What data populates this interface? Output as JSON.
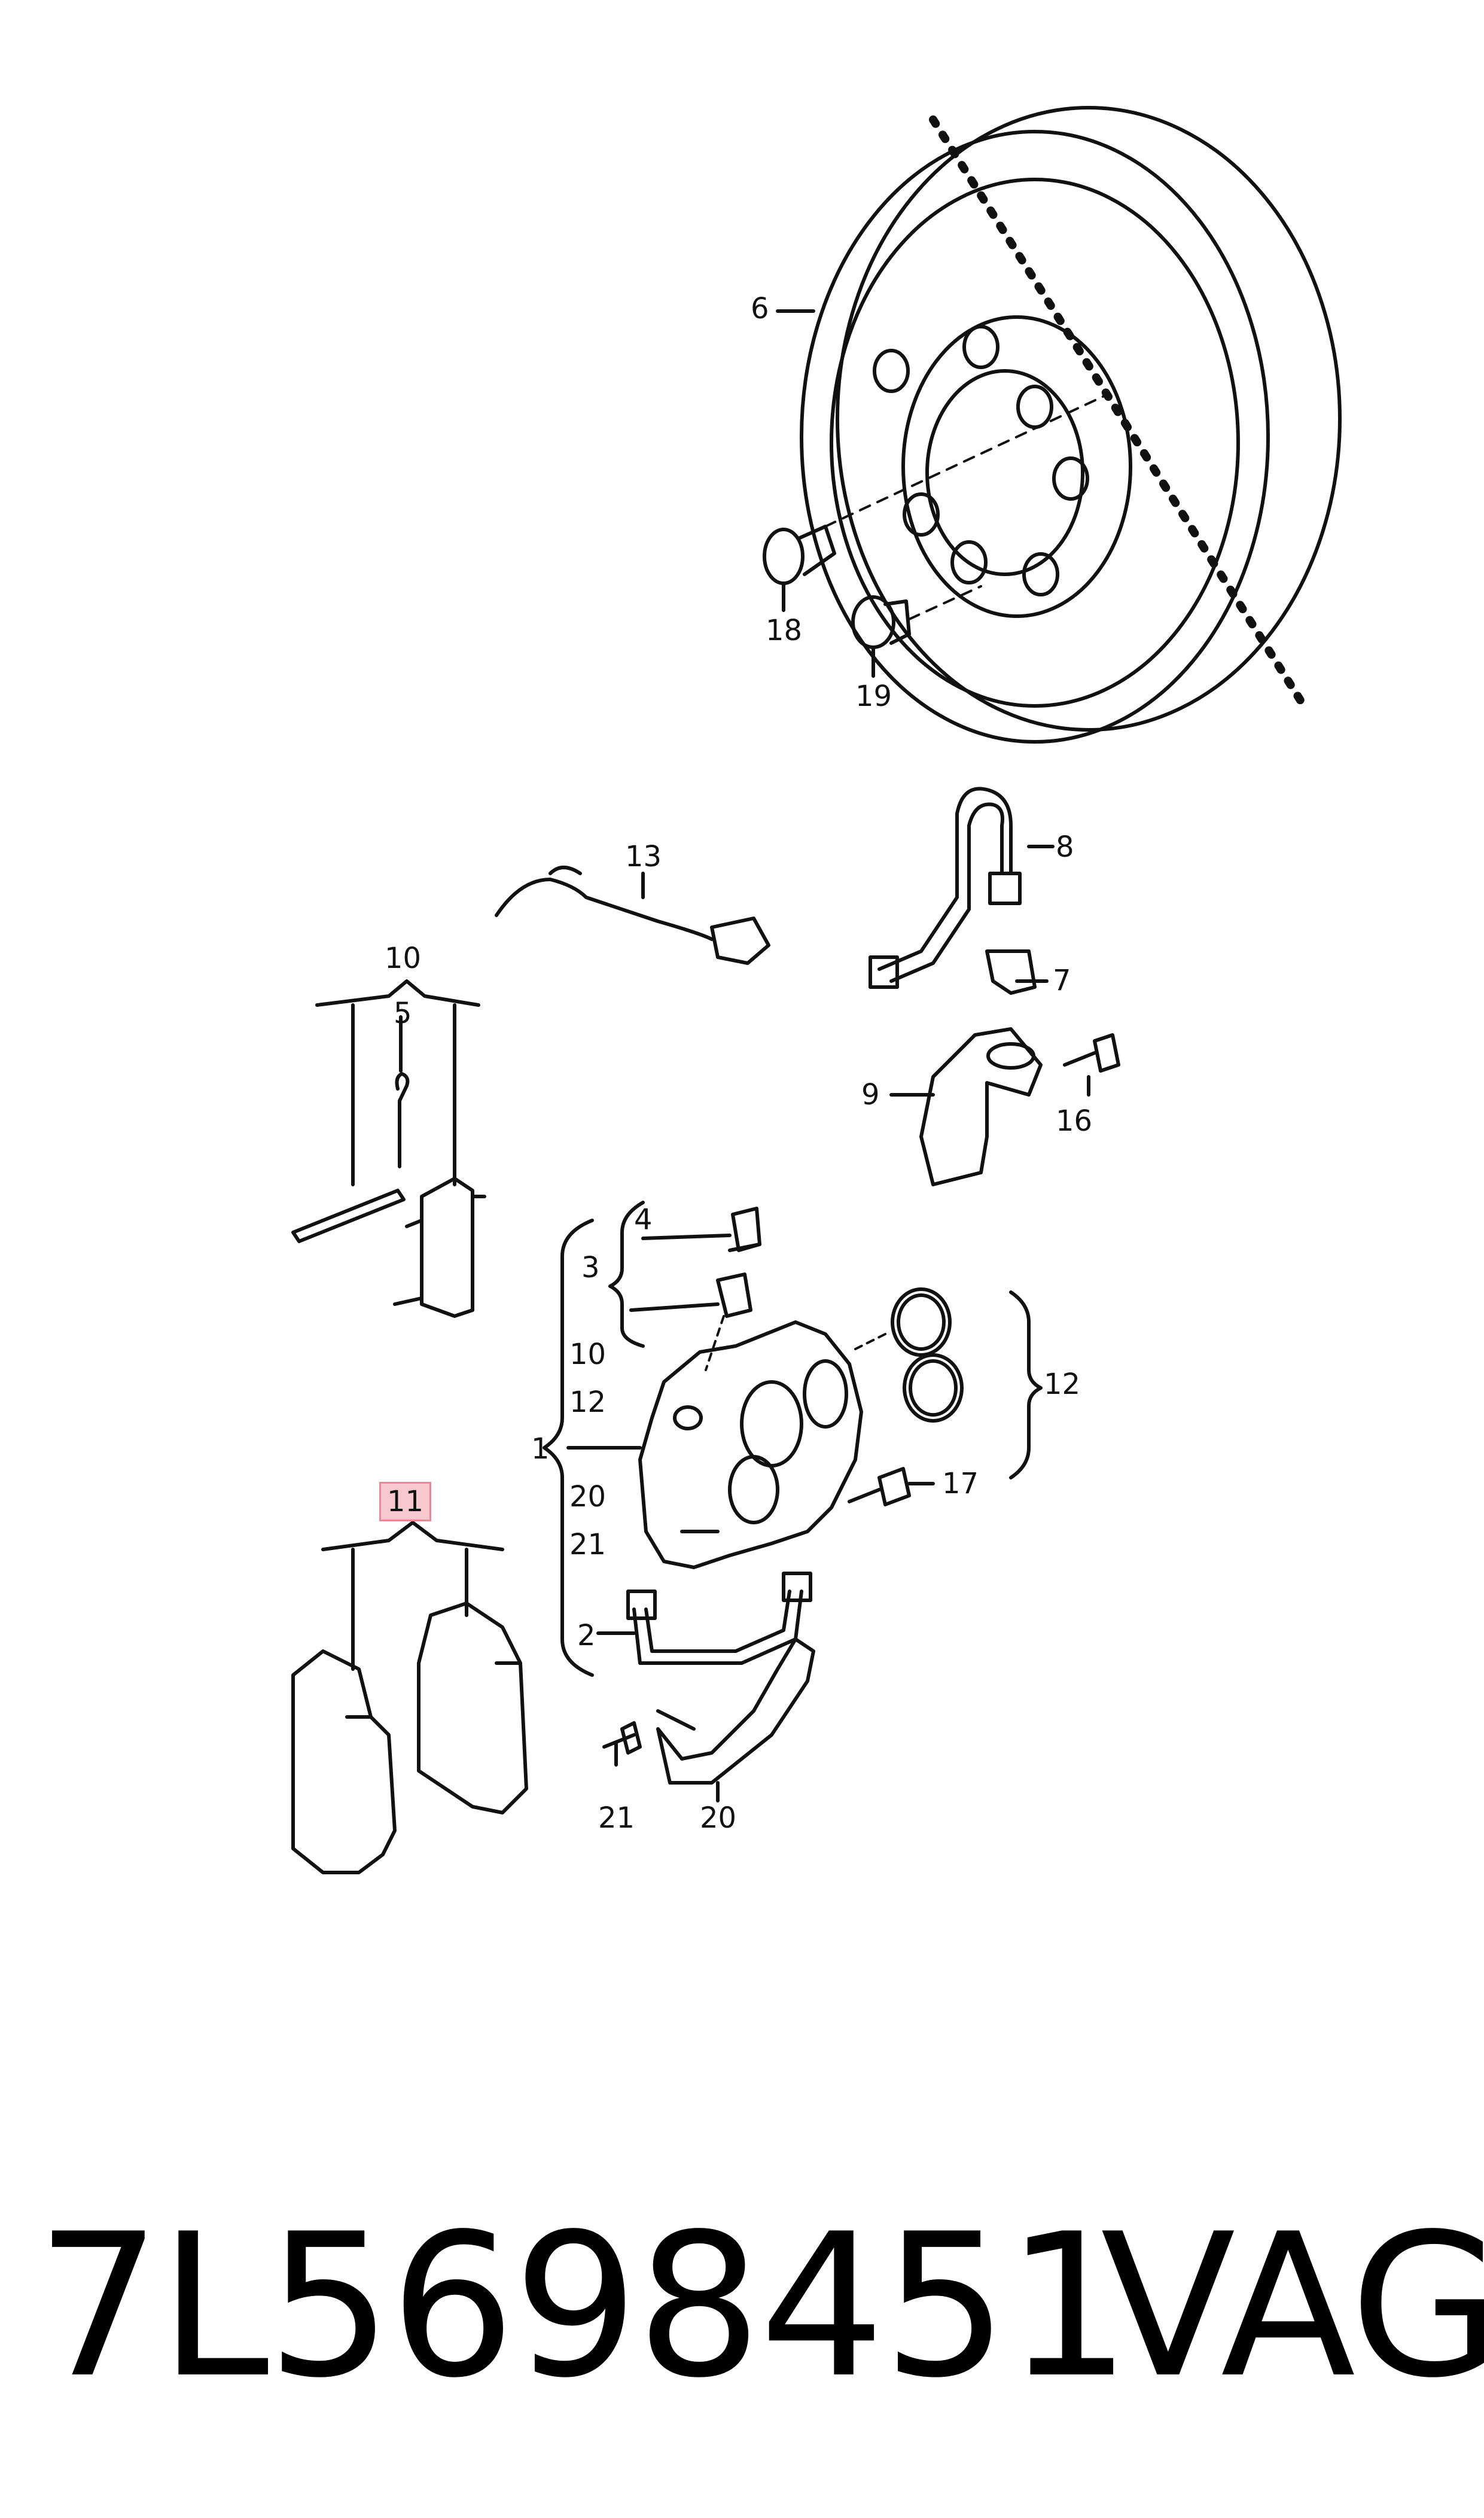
{
  "callouts": {
    "c1": "1",
    "c2": "2",
    "c3": "3",
    "c4": "4",
    "c5": "5",
    "c6": "6",
    "c7": "7",
    "c8": "8",
    "c9": "9",
    "c10_top": "10",
    "c10_mid": "10",
    "c11": "11",
    "c12_mid": "12",
    "c12_right": "12",
    "c13": "13",
    "c16": "16",
    "c17": "17",
    "c18": "18",
    "c19": "19",
    "c20_mid": "20",
    "c20_bottom": "20",
    "c21_mid": "21",
    "c21_bottom": "21"
  },
  "footer": {
    "part_number": "7L5698451",
    "brand": "VAG"
  },
  "colors": {
    "line": "#111111",
    "highlight_fill": "#f7c9cf",
    "highlight_border": "#e58a97",
    "background": "#ffffff"
  }
}
